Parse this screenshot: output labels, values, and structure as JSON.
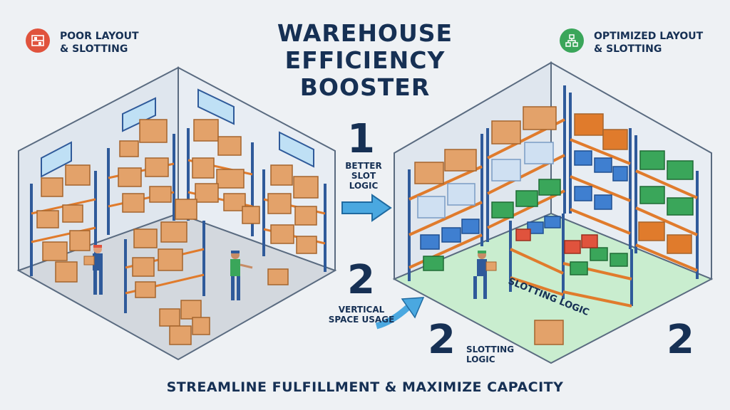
{
  "title": {
    "line1": "WAREHOUSE",
    "line2": "EFFICIENCY",
    "line3": "BOOSTER"
  },
  "left_panel": {
    "label_line1": "POOR LAYOUT",
    "label_line2": "& SLOTTING",
    "badge_color": "#e0533d",
    "icon": "shelf-boxes-icon"
  },
  "right_panel": {
    "label_line1": "OPTIMIZED LAYOUT",
    "label_line2": "& SLOTTING",
    "badge_color": "#3aa65a",
    "icon": "flow-chart-icon",
    "floor_label": "SLOTTING LOGIC",
    "corner_number": "2"
  },
  "steps": [
    {
      "number": "1",
      "line1": "BETTER",
      "line2": "SLOT",
      "line3": "LOGIC"
    },
    {
      "number": "2",
      "line1": "VERTICAL",
      "line2": "SPACE USAGE"
    },
    {
      "number": "2",
      "line1": "SLOTTING",
      "line2": "LOGIC"
    }
  ],
  "footer": "STREAMLINE FULFILLMENT & MAXIMIZE CAPACITY",
  "colors": {
    "navy": "#163054",
    "rack_blue": "#2f5a9a",
    "beam_orange": "#e07b2c",
    "box_orange": "#e3a26a",
    "arrow_blue": "#4aa8e0",
    "floor_green": "#c9edcf"
  }
}
